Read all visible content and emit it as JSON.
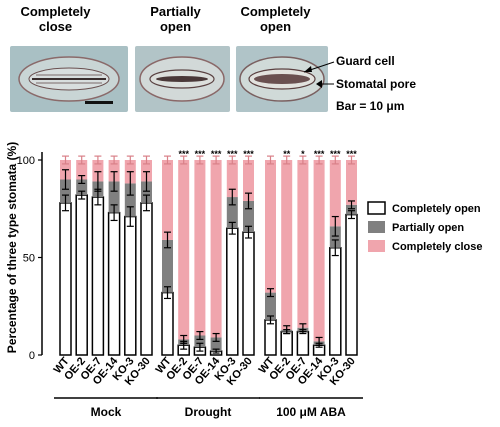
{
  "micrographs": {
    "headers": [
      "Completely\nclose",
      "Partially\nopen",
      "Completely\nopen"
    ],
    "labels": {
      "guard_cell": "Guard cell",
      "stomatal_pore": "Stomatal pore",
      "bar": "Bar = 10 μm"
    }
  },
  "chart_data": {
    "type": "bar",
    "stacked": true,
    "ylabel": "Percentage of three type stomata (%)",
    "ylim": [
      0,
      100
    ],
    "yticks": [
      0,
      50,
      100
    ],
    "groups": [
      {
        "name": "Mock",
        "categories": [
          "WT",
          "OE-2",
          "OE-7",
          "OE-14",
          "KO-3",
          "KO-30"
        ]
      },
      {
        "name": "Drought",
        "categories": [
          "WT",
          "OE-2",
          "OE-7",
          "OE-14",
          "KO-3",
          "KO-30"
        ]
      },
      {
        "name": "100 μM ABA",
        "categories": [
          "WT",
          "OE-2",
          "OE-7",
          "OE-14",
          "KO-3",
          "KO-30"
        ]
      }
    ],
    "series": [
      {
        "name": "Completely open",
        "color": "#ffffff",
        "values": [
          78,
          82,
          81,
          73,
          71,
          78,
          32,
          5,
          4,
          2,
          65,
          63,
          18,
          12,
          12,
          5,
          55,
          72
        ]
      },
      {
        "name": "Partially open",
        "color": "#808080",
        "values": [
          12,
          8,
          8,
          16,
          17,
          11,
          27,
          3,
          6,
          7,
          16,
          16,
          14,
          1,
          2,
          2,
          11,
          5
        ]
      },
      {
        "name": "Completely close",
        "color": "#f0a5ad",
        "values": [
          10,
          10,
          11,
          11,
          12,
          11,
          41,
          92,
          90,
          91,
          19,
          21,
          68,
          87,
          86,
          93,
          34,
          23
        ]
      }
    ],
    "significance": [
      "",
      "",
      "",
      "",
      "",
      "",
      "",
      "***",
      "***",
      "***",
      "***",
      "***",
      "",
      "**",
      "*",
      "***",
      "***",
      "***"
    ],
    "legend_position": "right"
  }
}
